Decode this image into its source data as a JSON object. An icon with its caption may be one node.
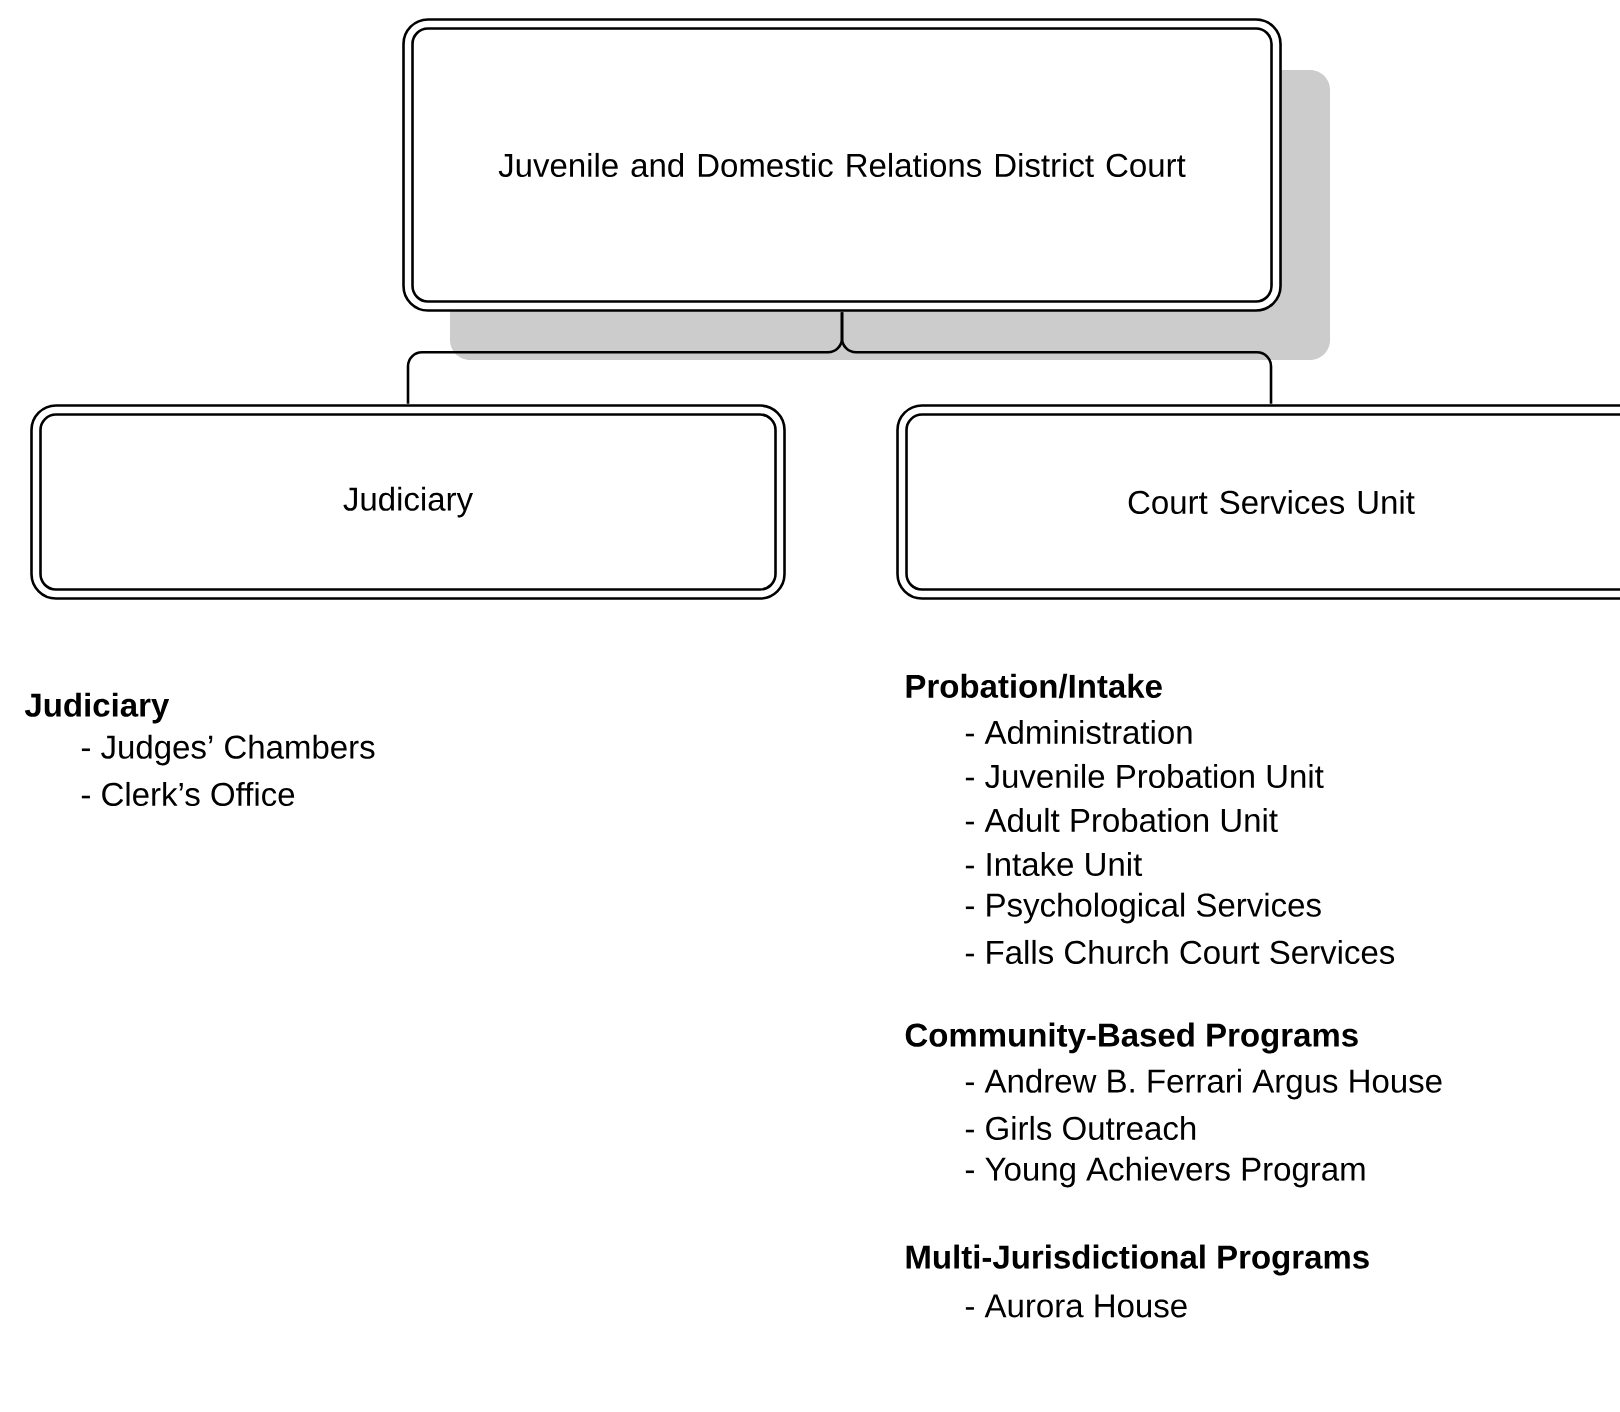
{
  "diagram": {
    "nodes": [
      {
        "text": [
          "Juvenile and Domestic Relations District Court"
        ]
      },
      {
        "text": [
          "Judiciary"
        ]
      },
      {
        "text": [
          "Court Services Unit"
        ]
      }
    ],
    "edges": [
      {
        "from": 0,
        "to": 1,
        "arrow": "none"
      },
      {
        "from": 0,
        "to": 2,
        "arrow": "none"
      }
    ],
    "labels": [
      "Probation/Intake",
      "Judiciary",
      "- Administration",
      "- Judges’ Chambers",
      "- Juvenile Probation Unit",
      "- Clerk’s Office",
      "- Adult Probation Unit",
      "- Intake Unit",
      "- Psychological Services",
      "- Falls Church Court Services",
      "Community-Based Programs",
      "- Andrew B. Ferrari Argus House",
      "- Girls Outreach",
      "- Young Achievers Program",
      "Multi-Jurisdictional Programs",
      "- Aurora House"
    ]
  }
}
